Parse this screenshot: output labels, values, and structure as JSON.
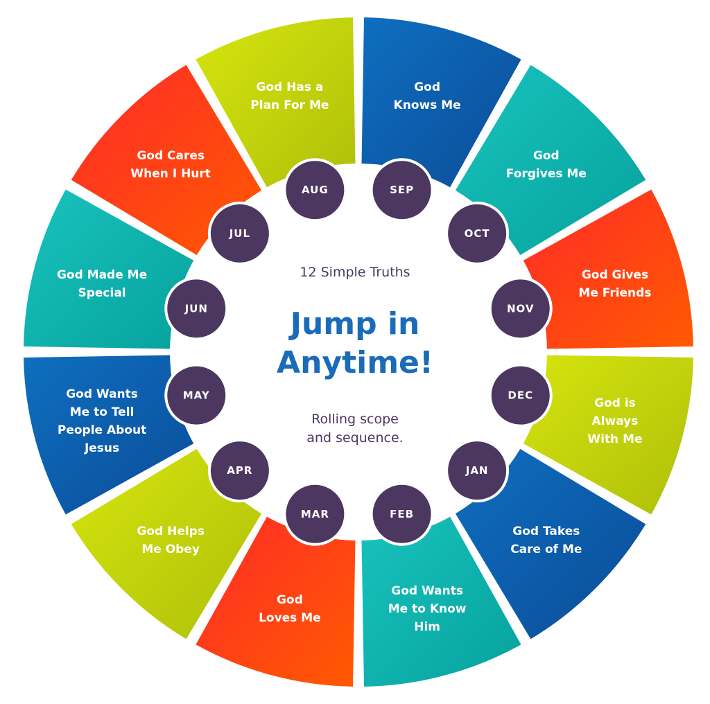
{
  "center": {
    "eyebrow": "12 Simple Truths",
    "headline_1": "Jump in",
    "headline_2": "Anytime!",
    "sub_1": "Rolling scope",
    "sub_2": "and sequence."
  },
  "colors": {
    "blue": [
      "#0f6fc0",
      "#0a4c97"
    ],
    "teal": [
      "#19c3bd",
      "#06a19d"
    ],
    "orange": [
      "#ff2a2a",
      "#ff5a00"
    ],
    "lime": [
      "#d6e50d",
      "#aebf0a"
    ],
    "month_circle": "#4b3760",
    "headline": "#1a6bb8",
    "text": "#4b3760"
  },
  "segments": [
    {
      "month": "SEP",
      "lines": [
        "God",
        "Knows Me"
      ],
      "color": "blue"
    },
    {
      "month": "OCT",
      "lines": [
        "God",
        "Forgives Me"
      ],
      "color": "teal"
    },
    {
      "month": "NOV",
      "lines": [
        "God Gives",
        "Me Friends"
      ],
      "color": "orange"
    },
    {
      "month": "DEC",
      "lines": [
        "God is",
        "Always",
        "With Me"
      ],
      "color": "lime"
    },
    {
      "month": "JAN",
      "lines": [
        "God Takes",
        "Care of Me"
      ],
      "color": "blue"
    },
    {
      "month": "FEB",
      "lines": [
        "God Wants",
        "Me to Know",
        "Him"
      ],
      "color": "teal"
    },
    {
      "month": "MAR",
      "lines": [
        "God",
        "Loves Me"
      ],
      "color": "orange"
    },
    {
      "month": "APR",
      "lines": [
        "God Helps",
        "Me Obey"
      ],
      "color": "lime"
    },
    {
      "month": "MAY",
      "lines": [
        "God Wants",
        "Me to Tell",
        "People About",
        "Jesus"
      ],
      "color": "blue"
    },
    {
      "month": "JUN",
      "lines": [
        "God Made Me",
        "Special"
      ],
      "color": "teal"
    },
    {
      "month": "JUL",
      "lines": [
        "God Cares",
        "When I Hurt"
      ],
      "color": "orange"
    },
    {
      "month": "AUG",
      "lines": [
        "God Has a",
        "Plan For Me"
      ],
      "color": "lime"
    }
  ]
}
